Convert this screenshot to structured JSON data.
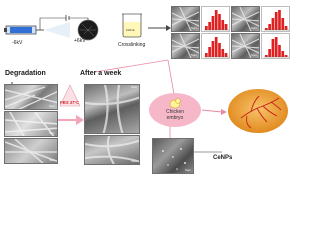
{
  "figure": {
    "voltage_negative": "-6kV",
    "voltage_positive": "+6kV",
    "crosslinking": "Crosslinking",
    "beaker_label": "100mL",
    "degradation": "Degradation",
    "after_week": "After a week",
    "pbs": "PBS 37°C",
    "chicken_embryo": "Chicken embryo",
    "cenps": "CeNPs",
    "sem_scale_labels": [
      "5μm",
      "5μm",
      "5μm",
      "5μm",
      "5μm",
      "5μm",
      "5μm",
      "5μm",
      "5μm",
      "5μm"
    ]
  },
  "colors": {
    "degradation_text": "#1a1a1a",
    "pbs_text": "#d03030",
    "histogram_bars": "#e02020",
    "blood_vessels": "#c8201a",
    "embryo_oval": "#f3a23a",
    "pink_circle": "#f6b8c8",
    "arrows": "#e88aa0"
  }
}
